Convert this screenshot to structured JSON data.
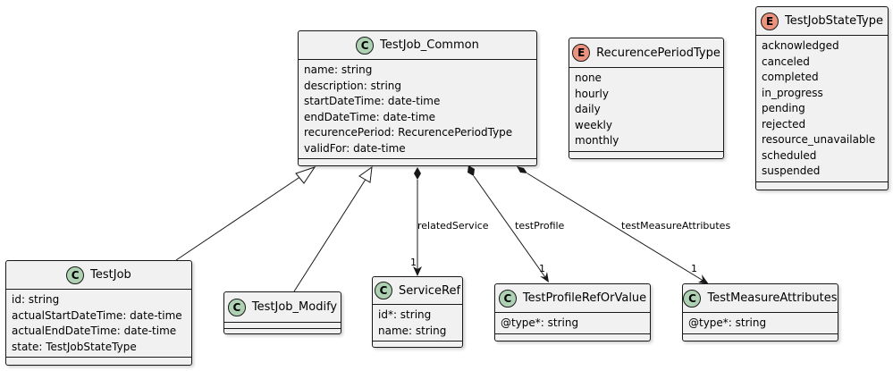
{
  "classes": {
    "testjob_common": {
      "name": "TestJob_Common",
      "stereotype": "C",
      "attributes": [
        "name: string",
        "description: string",
        "startDateTime: date-time",
        "endDateTime: date-time",
        "recurencePeriod: RecurencePeriodType",
        "validFor: date-time"
      ]
    },
    "recurence_period_type": {
      "name": "RecurencePeriodType",
      "stereotype": "E",
      "attributes": [
        "none",
        "hourly",
        "daily",
        "weekly",
        "monthly"
      ]
    },
    "testjob_state_type": {
      "name": "TestJobStateType",
      "stereotype": "E",
      "attributes": [
        "acknowledged",
        "canceled",
        "completed",
        "in_progress",
        "pending",
        "rejected",
        "resource_unavailable",
        "scheduled",
        "suspended"
      ]
    },
    "testjob": {
      "name": "TestJob",
      "stereotype": "C",
      "attributes": [
        "id: string",
        "actualStartDateTime: date-time",
        "actualEndDateTime: date-time",
        "state: TestJobStateType"
      ]
    },
    "testjob_modify": {
      "name": "TestJob_Modify",
      "stereotype": "C",
      "attributes": []
    },
    "serviceref": {
      "name": "ServiceRef",
      "stereotype": "C",
      "attributes": [
        "id*: string",
        "name: string"
      ]
    },
    "testprofile_ref_or_value": {
      "name": "TestProfileRefOrValue",
      "stereotype": "C",
      "attributes": [
        "@type*: string"
      ]
    },
    "test_measure_attributes": {
      "name": "TestMeasureAttributes",
      "stereotype": "C",
      "attributes": [
        "@type*: string"
      ]
    }
  },
  "relations": {
    "related_service": {
      "label": "relatedService",
      "multiplicity": "1"
    },
    "test_profile": {
      "label": "testProfile",
      "multiplicity": "1"
    },
    "test_measure_attributes": {
      "label": "testMeasureAttributes",
      "multiplicity": "1"
    }
  },
  "colors": {
    "class_badge": "#add1b2",
    "enum_badge": "#eb937f",
    "box_fill": "#f1f1f1",
    "line": "#181818"
  }
}
